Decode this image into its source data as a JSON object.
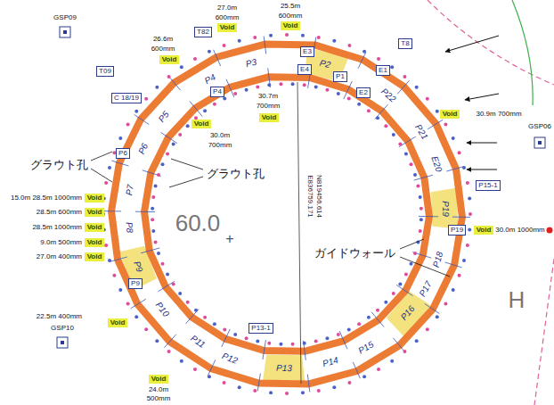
{
  "diagram": {
    "nodes": [
      {
        "text": [
          "T82"
        ]
      },
      {
        "text": [
          "Void"
        ]
      },
      {
        "text": [
          "Void"
        ]
      },
      {
        "text": [
          "E3"
        ]
      },
      {
        "text": [
          "T8"
        ]
      },
      {
        "text": [
          "Void"
        ]
      },
      {
        "text": [
          "P4"
        ]
      },
      {
        "text": [
          "E4"
        ]
      },
      {
        "text": [
          "P1"
        ]
      },
      {
        "text": [
          "E1"
        ]
      },
      {
        "text": [
          "E2"
        ]
      },
      {
        "text": [
          "T09"
        ]
      },
      {
        "text": [
          "C 18/19"
        ]
      },
      {
        "text": [
          "Void"
        ]
      },
      {
        "text": [
          "Void"
        ]
      },
      {
        "text": [
          "Void"
        ]
      },
      {
        "text": [
          "P6"
        ]
      },
      {
        "text": [
          "P15-1"
        ]
      },
      {
        "text": [
          "Void"
        ]
      },
      {
        "text": [
          "Void"
        ]
      },
      {
        "text": [
          "Void"
        ]
      },
      {
        "text": [
          "Void"
        ]
      },
      {
        "text": [
          "Void"
        ]
      },
      {
        "text": [
          "P19"
        ]
      },
      {
        "text": [
          "Void"
        ]
      },
      {
        "text": [
          "P9"
        ]
      },
      {
        "text": [
          "Void"
        ]
      },
      {
        "text": [
          "P13-1"
        ]
      },
      {
        "text": [
          "Void"
        ]
      }
    ],
    "labels": [
      "GSP09",
      "26.6m",
      "600mm",
      "27.0m",
      "600mm",
      "25.5m",
      "600mm",
      "P3",
      "P2",
      "P4",
      "P22",
      "30.7m",
      "700mm",
      "30.9m 700mm",
      "GSP06",
      "P5",
      "P21",
      "30.0m",
      "700mm",
      "グラウト孔",
      "P6",
      "E20",
      "グラウト孔",
      "P7",
      "15.0m 28.5m 1000mm",
      "28.5m 600mm",
      "28.5m 1000mm",
      "9.0m 500mm",
      "27.0m 400mm",
      "P8",
      "60.0",
      "+",
      "E836759.171",
      "N819456.614",
      "P19",
      "30.0m 1000mm",
      "ガイドウォール",
      "P18",
      "P9",
      "P17",
      "H",
      "P10",
      "P16",
      "22.5m 400mm",
      "GSP10",
      "P11",
      "P15",
      "P12",
      "P13",
      "P14",
      "24.0m",
      "500mm"
    ]
  }
}
